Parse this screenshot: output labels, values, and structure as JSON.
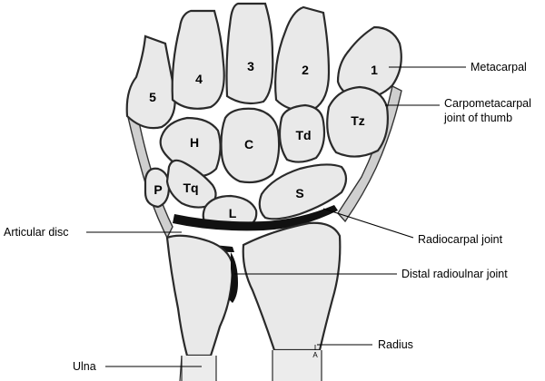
{
  "bone_labels": {
    "metacarpal_1": "1",
    "metacarpal_2": "2",
    "metacarpal_3": "3",
    "metacarpal_4": "4",
    "metacarpal_5": "5",
    "hamate": "H",
    "capitate": "C",
    "trapezoid": "Td",
    "trapezium": "Tz",
    "pisiform": "P",
    "triquetrum": "Tq",
    "lunate": "L",
    "scaphoid": "S",
    "radius_marker": "A"
  },
  "callouts": {
    "metacarpal": "Metacarpal",
    "cmc_thumb_line1": "Carpometacarpal",
    "cmc_thumb_line2": "joint of thumb",
    "articular_disc": "Articular disc",
    "radiocarpal_joint": "Radiocarpal joint",
    "distal_radioulnar_joint": "Distal radioulnar joint",
    "radius": "Radius",
    "ulna": "Ulna"
  },
  "colors": {
    "bone_fill": "#e9e9e9",
    "outline": "#2a2a2a",
    "disc": "#111111",
    "background": "#ffffff"
  }
}
